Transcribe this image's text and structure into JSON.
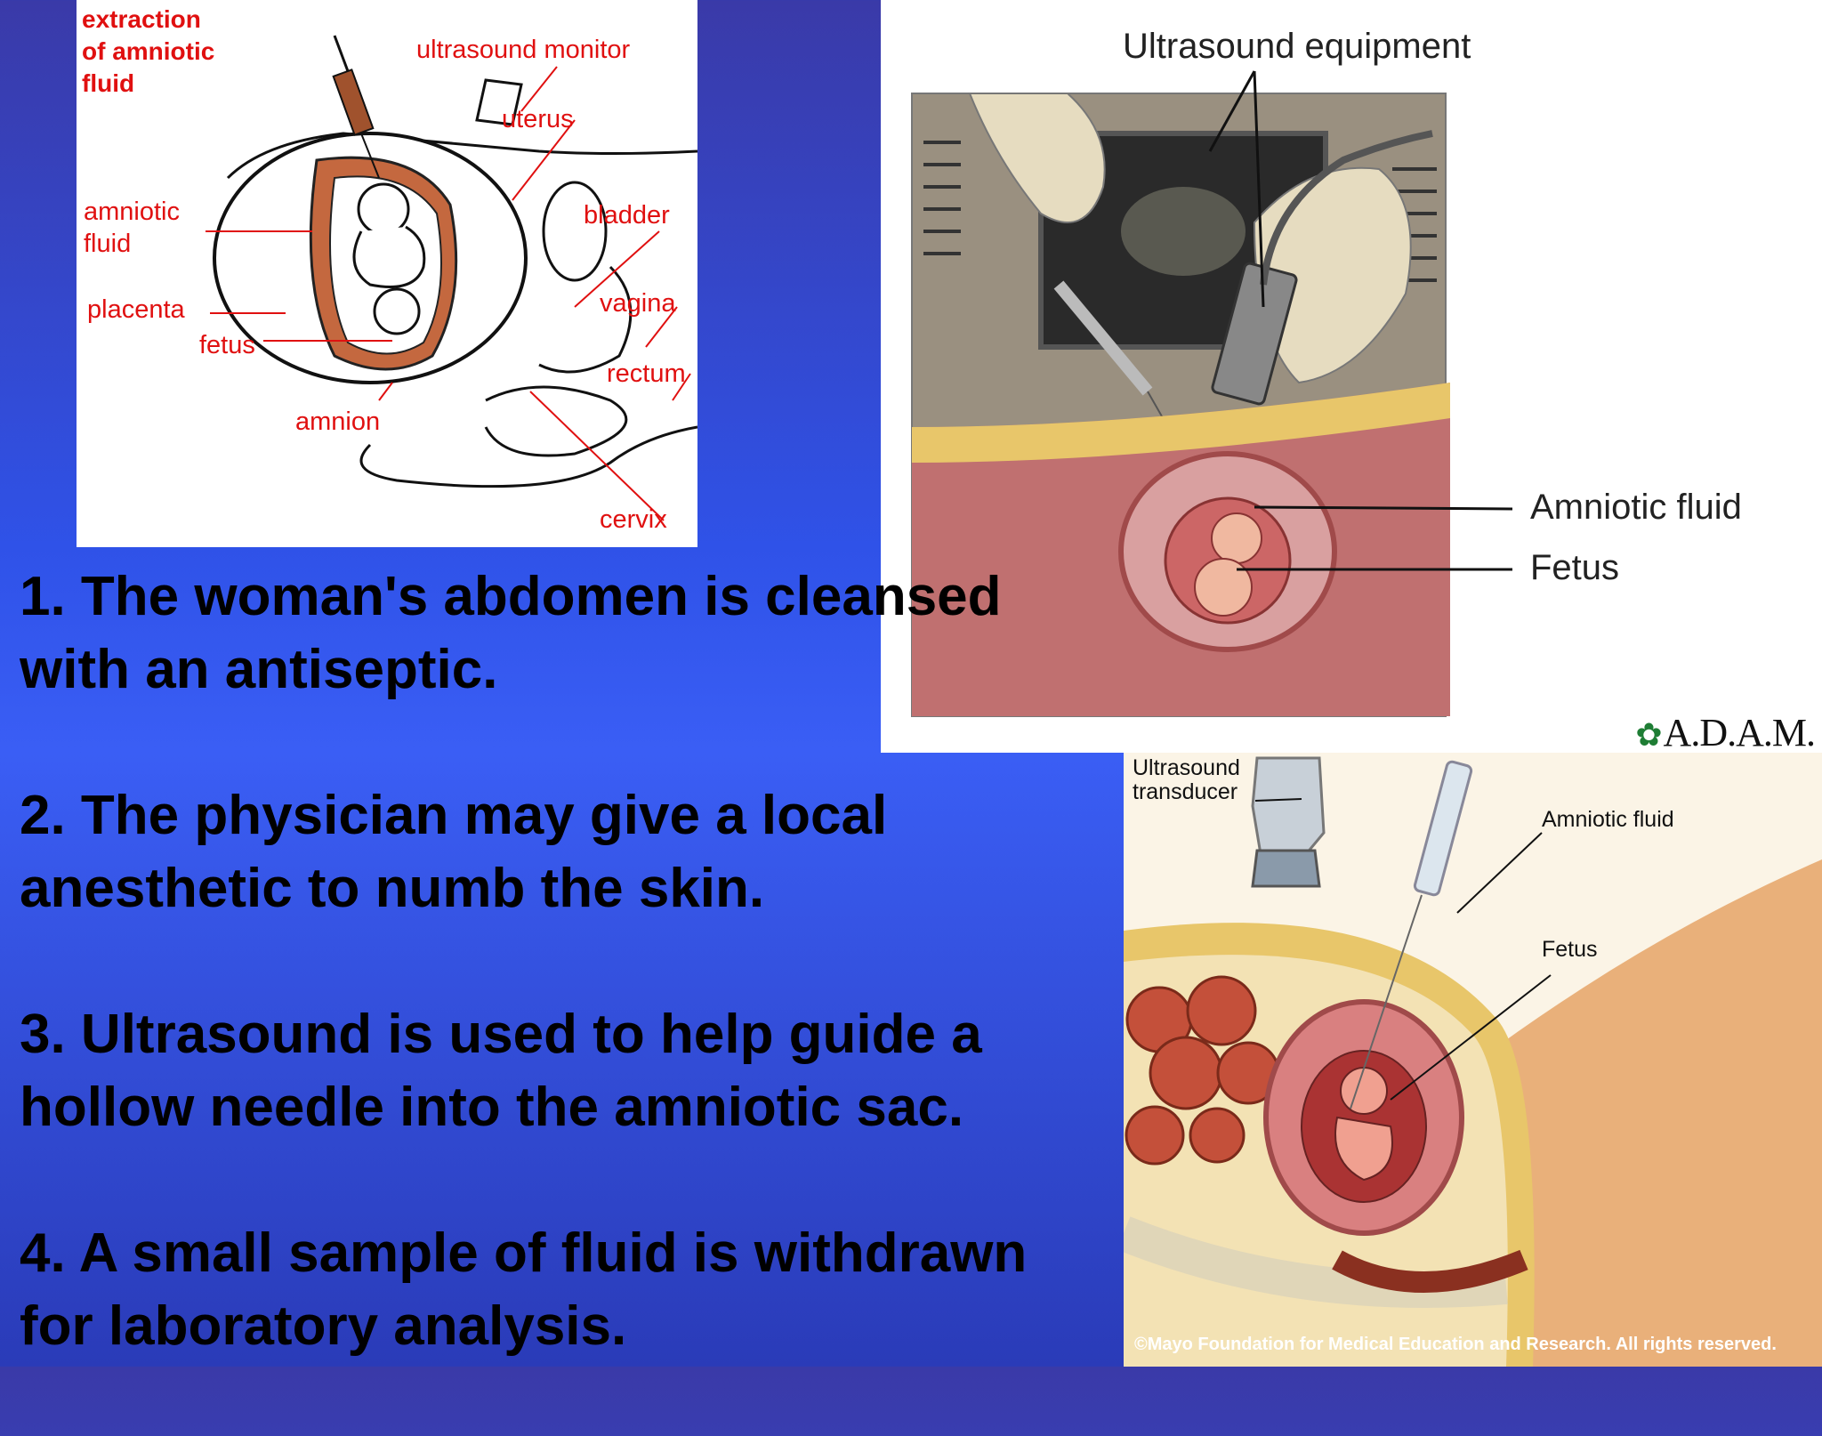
{
  "diagram_left": {
    "labels": {
      "extraction": "extraction\nof amniotic\nfluid",
      "ultrasound_monitor": "ultrasound monitor",
      "uterus": "uterus",
      "amniotic_fluid": "amniotic\n  fluid",
      "bladder": "bladder",
      "placenta": "placenta",
      "vagina": "vagina",
      "fetus": "fetus",
      "rectum": "rectum",
      "amnion": "amnion",
      "cervix": "cervix"
    }
  },
  "diagram_adam": {
    "ultrasound_equipment": "Ultrasound equipment",
    "amniotic_fluid": "Amniotic fluid",
    "fetus": "Fetus",
    "logo": "A.D.A.M."
  },
  "diagram_mayo": {
    "ultrasound_transducer": "Ultrasound\ntransducer",
    "amniotic_fluid": "Amniotic fluid",
    "fetus": "Fetus",
    "copyright": "©Mayo Foundation for Medical Education and Research.  All rights reserved."
  },
  "steps": [
    "1. The woman's abdomen is cleansed with an antiseptic.",
    "2. The physician may give a local anesthetic to numb the skin.",
    "3. Ultrasound is used to help guide a hollow needle into the amniotic sac.",
    "4. A small sample of fluid is withdrawn for laboratory analysis."
  ],
  "colors": {
    "background": "#2f52e8",
    "label_red": "#e01010",
    "tissue": "#c96a6a",
    "fat": "#e8c66a"
  }
}
